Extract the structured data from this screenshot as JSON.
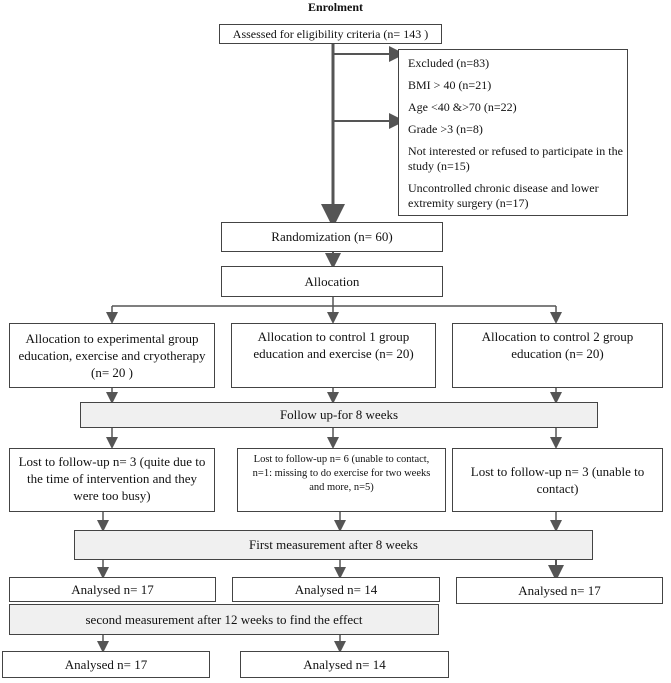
{
  "title": "Enrolment",
  "assessed": "Assessed for eligibility criteria (n= 143 )",
  "excluded": [
    "Excluded (n=83)",
    "BMI > 40 (n=21)",
    "Age <40 &>70 (n=22)",
    "Grade >3 (n=8)",
    "Not interested or refused to participate in the study (n=15)",
    "Uncontrolled chronic disease and lower extremity surgery (n=17)"
  ],
  "randomization": "Randomization (n= 60)",
  "allocation": "Allocation",
  "groups": [
    "Allocation to experimental group education, exercise and cryotherapy (n= 20 )",
    "Allocation to control 1 group education and exercise (n= 20)",
    "Allocation to control 2 group education (n= 20)"
  ],
  "follow_up": "Follow up-for 8 weeks",
  "lost": [
    "Lost to follow-up n= 3 (quite due to the time of intervention and they were too busy)",
    "Lost to follow-up n= 6 (unable to contact, n=1: missing to do exercise for two weeks and more, n=5)",
    "Lost to follow-up n= 3 (unable to contact)"
  ],
  "first_measurement": "First measurement after 8 weeks",
  "analysed_first": [
    "Analysed n= 17",
    "Analysed n= 14",
    "Analysed n= 17"
  ],
  "second_measurement": "second measurement after 12 weeks to find the effect",
  "analysed_second": [
    "Analysed n= 17",
    "Analysed n= 14"
  ],
  "colors": {
    "arrow": "#555555",
    "box_border": "#444444",
    "gray_fill": "#f0f0f0"
  }
}
